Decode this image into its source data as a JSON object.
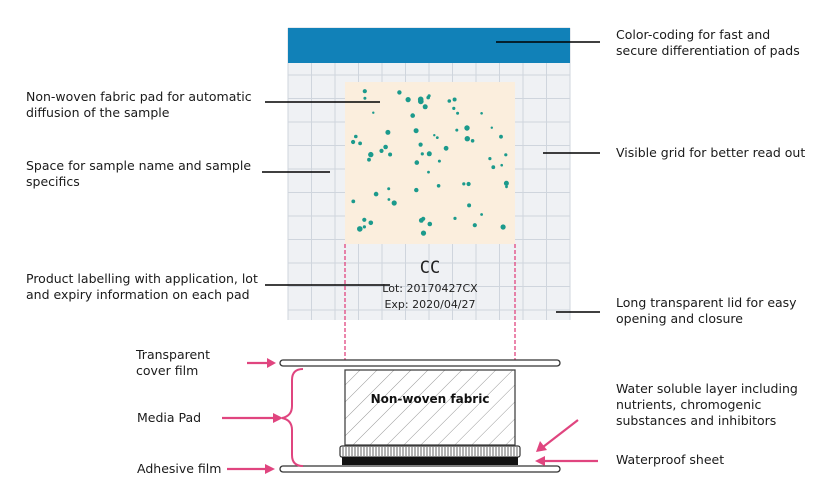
{
  "colors": {
    "pad_blue": "#1181b8",
    "pad_cream": "#fbeedd",
    "grid_bg": "#eff1f4",
    "grid_line": "#cfd5dd",
    "magenta": "#e0457f",
    "colony_teal": "#1b9a8c"
  },
  "pad_label": {
    "code": "CC",
    "lot": "Lot: 20170427CX",
    "exp": "Exp: 2020/04/27"
  },
  "labels": {
    "fabric_pad": [
      "Non-woven fabric pad for automatic",
      "diffusion of the sample"
    ],
    "sample_space": [
      "Space for sample name and sample",
      "specifics"
    ],
    "product_labelling": [
      "Product labelling with application, lot",
      "and expiry information on each pad"
    ],
    "color_coding": [
      "Color-coding for fast and",
      "secure differentiation of pads"
    ],
    "visible_grid": [
      "Visible grid for better read out"
    ],
    "long_lid": [
      "Long transparent lid for easy",
      "opening and closure"
    ],
    "cover_film": [
      "Transparent",
      "cover film"
    ],
    "media_pad": [
      "Media Pad"
    ],
    "adhesive_film": [
      "Adhesive film"
    ],
    "water_layer": [
      "Water soluble layer including",
      "nutrients, chromogenic",
      "substances and inhibitors"
    ],
    "waterproof_sheet": [
      "Waterproof sheet"
    ],
    "non_woven_fabric": "Non-woven fabric"
  }
}
